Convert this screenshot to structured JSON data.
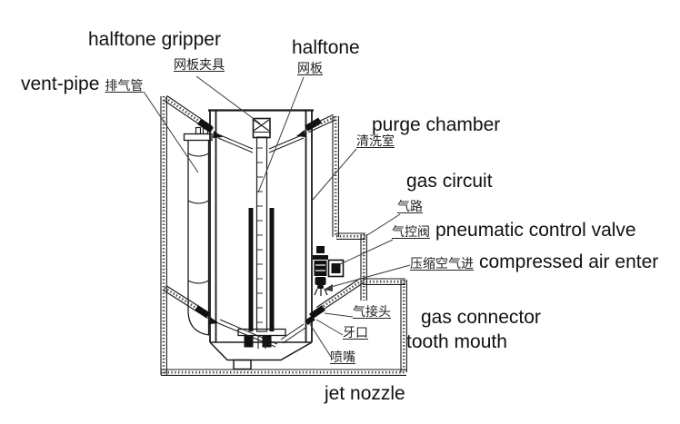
{
  "diagram": {
    "type": "technical-diagram",
    "subject": "purge chamber cleaning device cross-section",
    "colors": {
      "line": "#1a1a1a",
      "leader": "#3a3a3a",
      "background": "#ffffff"
    },
    "labels": {
      "halftone_gripper": {
        "en": "halftone gripper",
        "zh": "网板夹具"
      },
      "halftone": {
        "en": "halftone",
        "zh": "网板"
      },
      "vent_pipe": {
        "en": "vent-pipe",
        "zh": "排气管"
      },
      "purge_chamber": {
        "en": "purge chamber",
        "zh": "清洗室"
      },
      "gas_circuit": {
        "en": "gas circuit",
        "zh": "气路"
      },
      "pneumatic_control_valve": {
        "en": "pneumatic control valve",
        "zh": "气控阀"
      },
      "compressed_air_enter": {
        "en": "compressed air enter",
        "zh": "压缩空气进"
      },
      "gas_connector": {
        "en": "gas connector",
        "zh": "气接头"
      },
      "tooth_mouth": {
        "en": "tooth mouth",
        "zh": "牙口"
      },
      "jet_nozzle": {
        "en": "jet nozzle",
        "zh": "喷嘴"
      }
    }
  }
}
